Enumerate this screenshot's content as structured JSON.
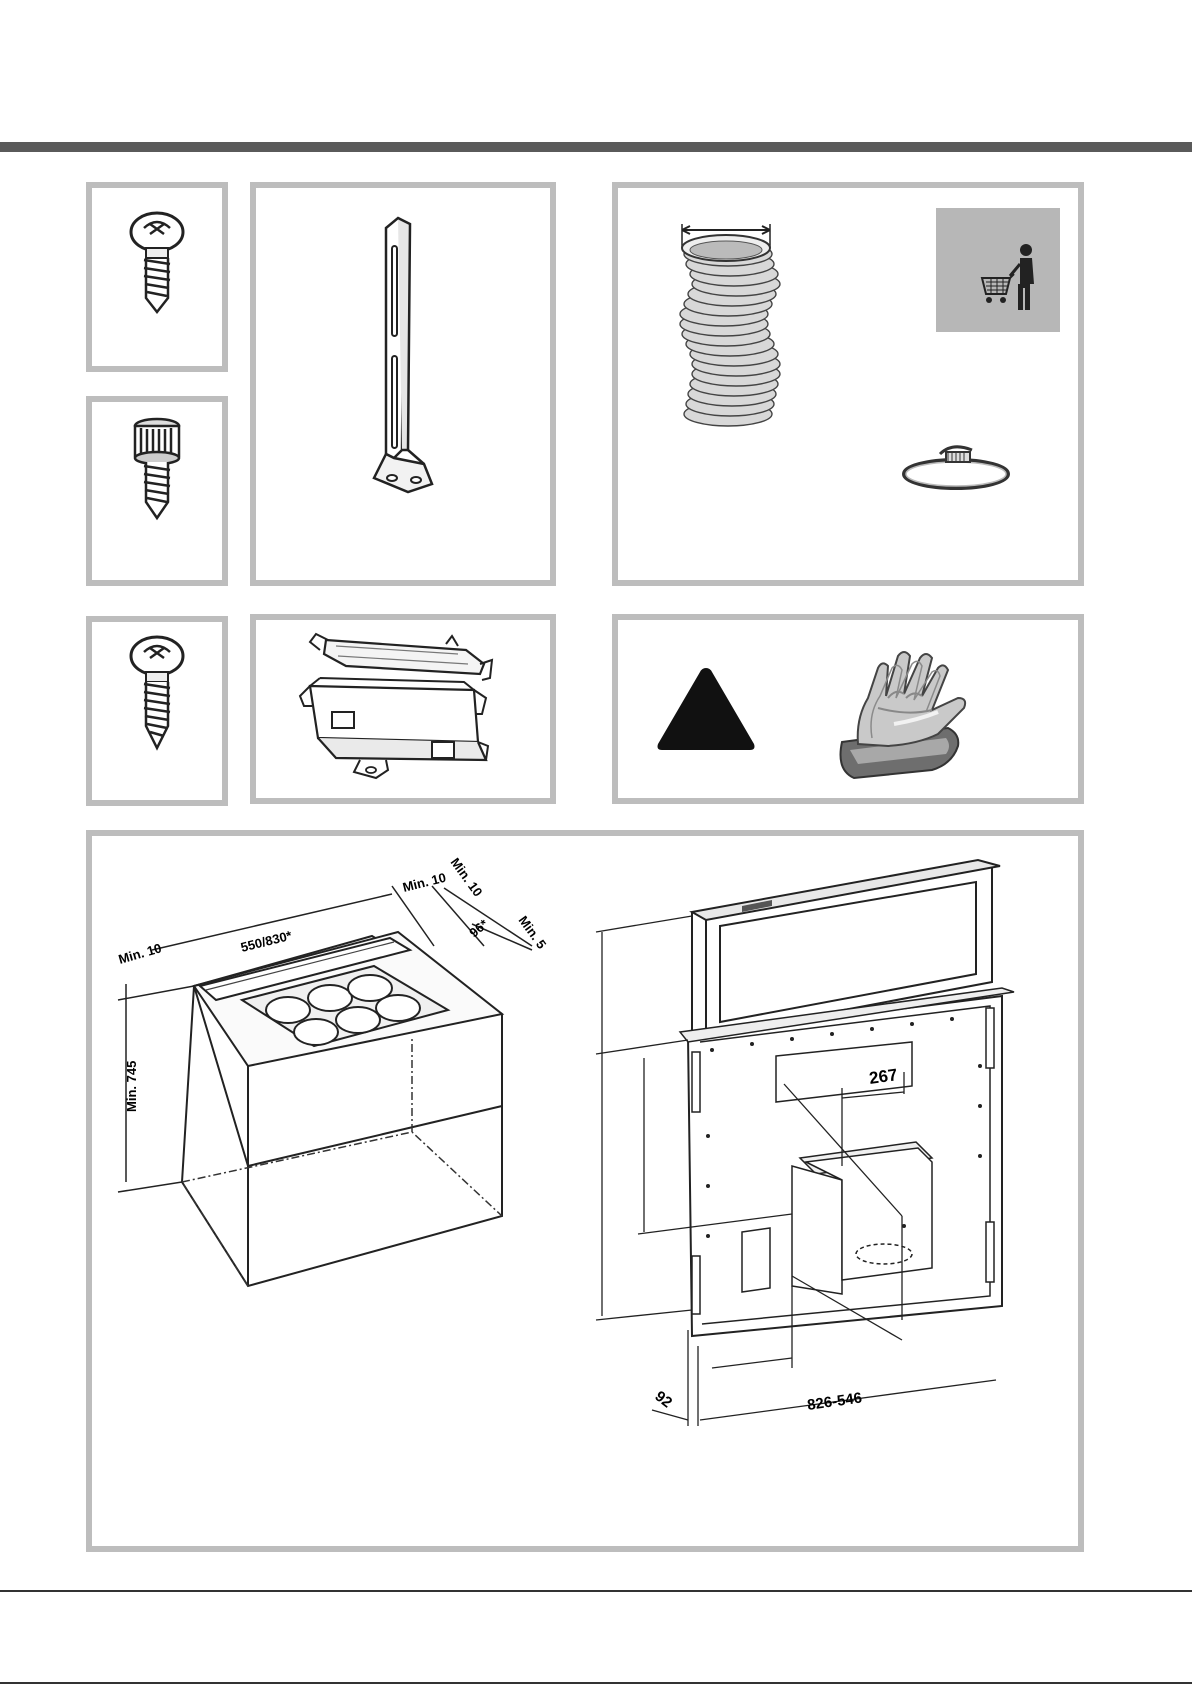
{
  "colors": {
    "header_bar": "#5a5a5a",
    "panel_border": "#bdbdbd",
    "buy_box_bg": "#b7b7b7"
  },
  "icons": {
    "screw_1": "pan-head-screw-icon",
    "screw_2": "knurled-head-screw-icon",
    "screw_3": "self-tapping-screw-icon",
    "bracket": "mounting-bracket-icon",
    "duct": "flexible-duct-hose-icon",
    "buy_separately": "shopping-cart-person-icon",
    "clamp": "hose-clamp-icon",
    "junction_box": "junction-box-icon",
    "warning": "warning-triangle-icon",
    "gloves": "protective-gloves-icon"
  },
  "cabinet_diagram": {
    "dim_min10_left": "Min. 10",
    "dim_width": "550/830*",
    "dim_min10_top": "Min. 10",
    "dim_min10_right": "Min. 10",
    "dim_96": "96*",
    "dim_min5": "Min. 5",
    "dim_min745": "Min. 745"
  },
  "hood_diagram": {
    "dim_267": "267",
    "dim_92": "92",
    "dim_826_546": "826-546"
  }
}
